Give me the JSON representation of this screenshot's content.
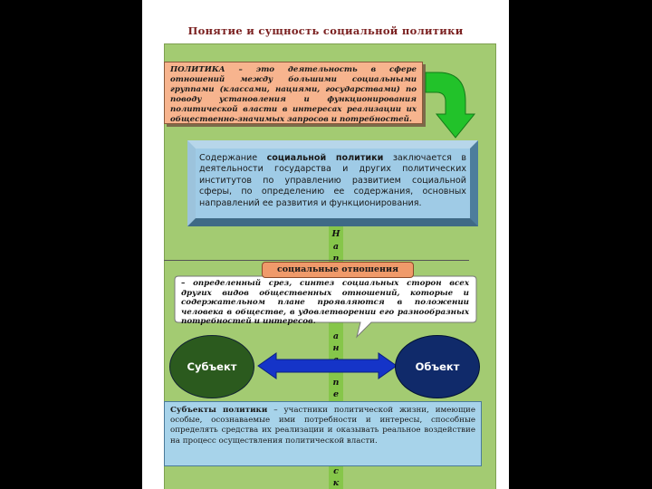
{
  "title": "Понятие и сущность социальной политики",
  "definition": {
    "term": "ПОЛИТИКА",
    "text": " – это деятельность в сфере отношений между большими социальными группами (классами, нациями, государствами) по поводу установления и функционирования политической власти в интересах реализации их общественно-значимых запросов и потребностей."
  },
  "content_box": {
    "prefix": "Содержание ",
    "bold": "социальной политики",
    "suffix": " заключается в деятельности государства и других политических институтов по управлению развитием социальной сферы, по определению ее содержания, основных направлений ее развития и функционирования."
  },
  "vertical_fragments": [
    "Н",
    "а",
    "п",
    "а",
    "н",
    "а",
    "п",
    "е",
    "с",
    "к"
  ],
  "tag": "социальные отношения",
  "callout_text": "– определенный срез, синтез социальных сторон всех других видов общественных отношений, которые и содержательном плане проявляются в положении человека в обществе, в удовлетворении его разнообразных потребностей и интересов.",
  "subject_label": "Субъект",
  "object_label": "Объект",
  "bottom_box": {
    "bold": "Субъекты политики",
    "text": " – участники политической жизни, имеющие особые, осознаваемые ими потребности и интересы, способные определять средства их реализации и оказывать реальное воздействие на процесс осуществления политической власти."
  },
  "colors": {
    "panel": "#a3cb72",
    "definition_fill": "#f7b48e",
    "content_fill": "#9fcbe6",
    "subject_fill": "#2b5a1e",
    "object_fill": "#102a6a",
    "arrow_green": "#22c22a",
    "arrow_blue": "#1534c8"
  }
}
